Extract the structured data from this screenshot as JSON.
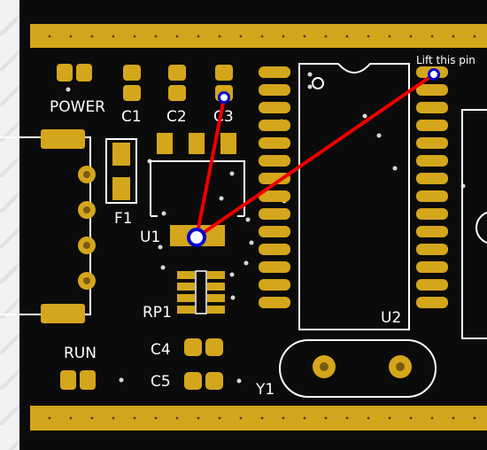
{
  "labels": {
    "power": "POWER",
    "c1": "C1",
    "c2": "C2",
    "c3": "C3",
    "f1": "F1",
    "u1": "U1",
    "rp1": "RP1",
    "u2": "U2",
    "run": "RUN",
    "c4": "C4",
    "c5": "C5",
    "y1": "Y1"
  },
  "annotation": {
    "text": "Lift this pin"
  },
  "colors": {
    "board": "#0b0b0b",
    "copper": "#d4a61c",
    "silkscreen": "#ffffff",
    "annotation_line": "#ee0000",
    "marker": "#0000cc"
  }
}
